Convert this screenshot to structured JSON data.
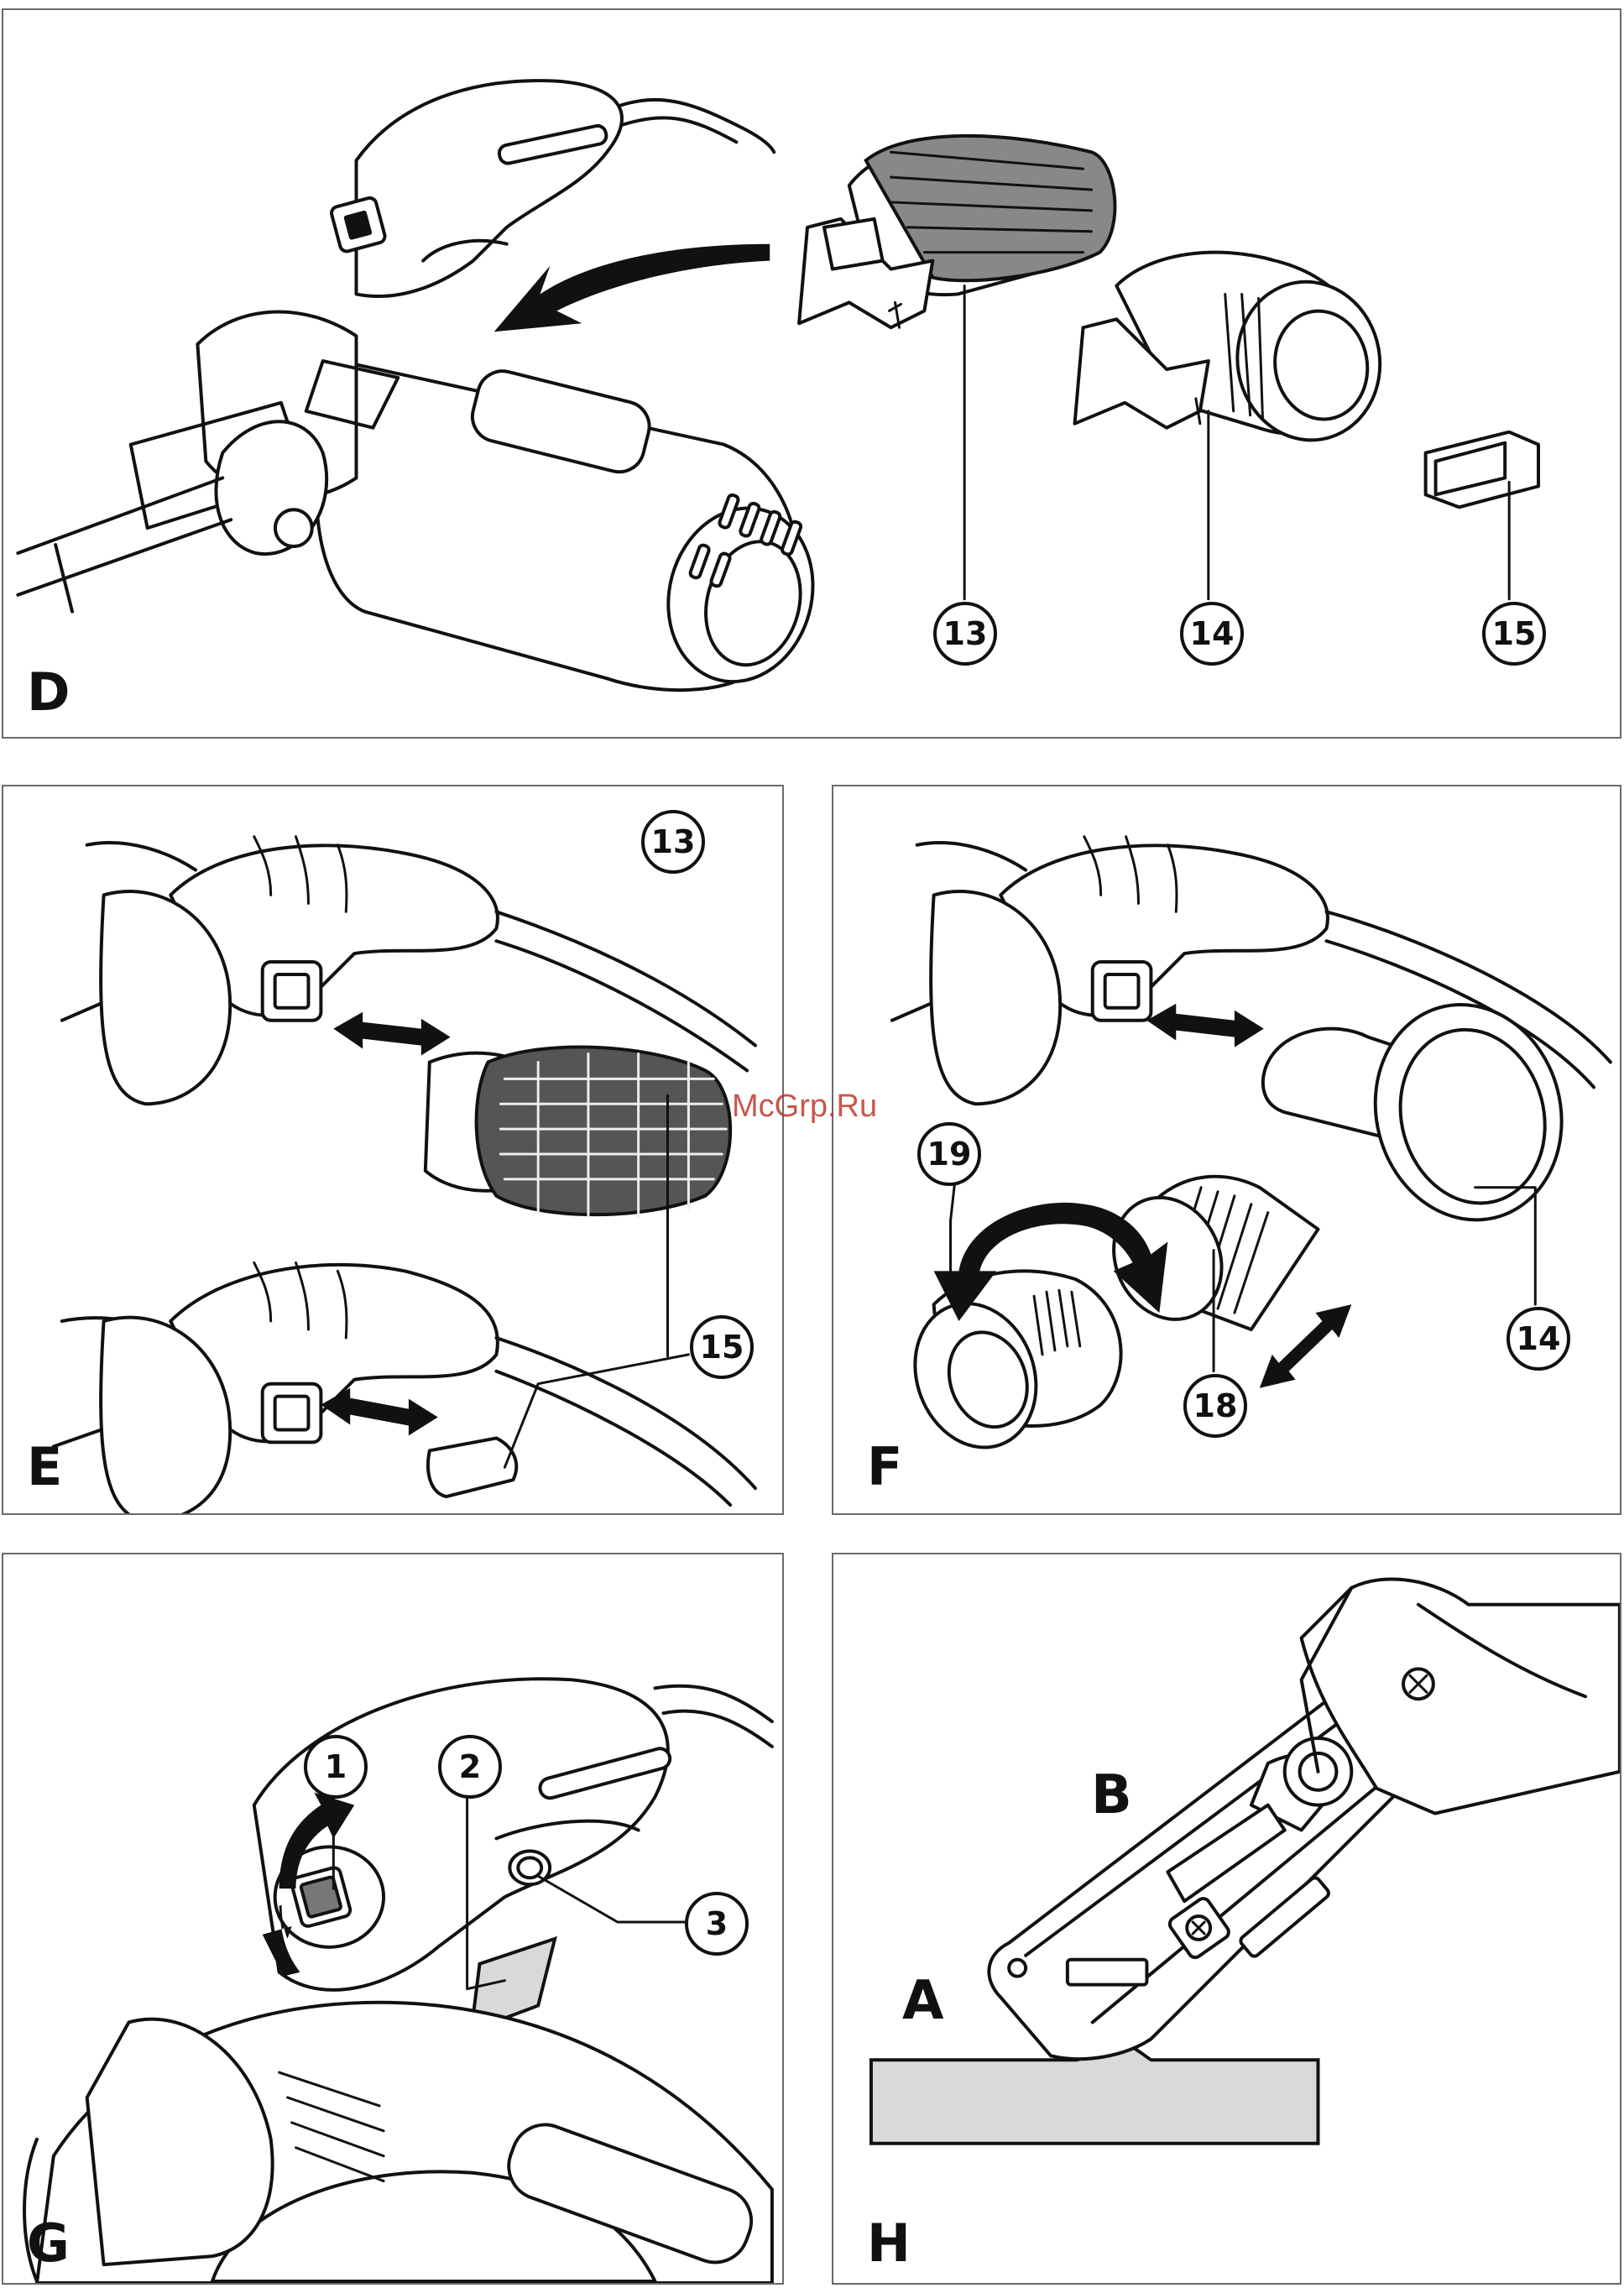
{
  "panels": {
    "d": {
      "letter": "D",
      "callouts": [
        "13",
        "14",
        "15"
      ]
    },
    "e": {
      "letter": "E",
      "callouts": [
        "13",
        "15"
      ]
    },
    "f": {
      "letter": "F",
      "callouts": [
        "19",
        "14",
        "18"
      ]
    },
    "g": {
      "letter": "G",
      "callouts": [
        "1",
        "2",
        "3"
      ]
    },
    "h": {
      "letter": "H",
      "labels": [
        "B",
        "A"
      ]
    }
  },
  "watermark": "McGrp.Ru",
  "colors": {
    "line": "#111111",
    "border": "#6a6a6a",
    "surface": "#d9d9d9",
    "watermark": "#c0392b"
  }
}
